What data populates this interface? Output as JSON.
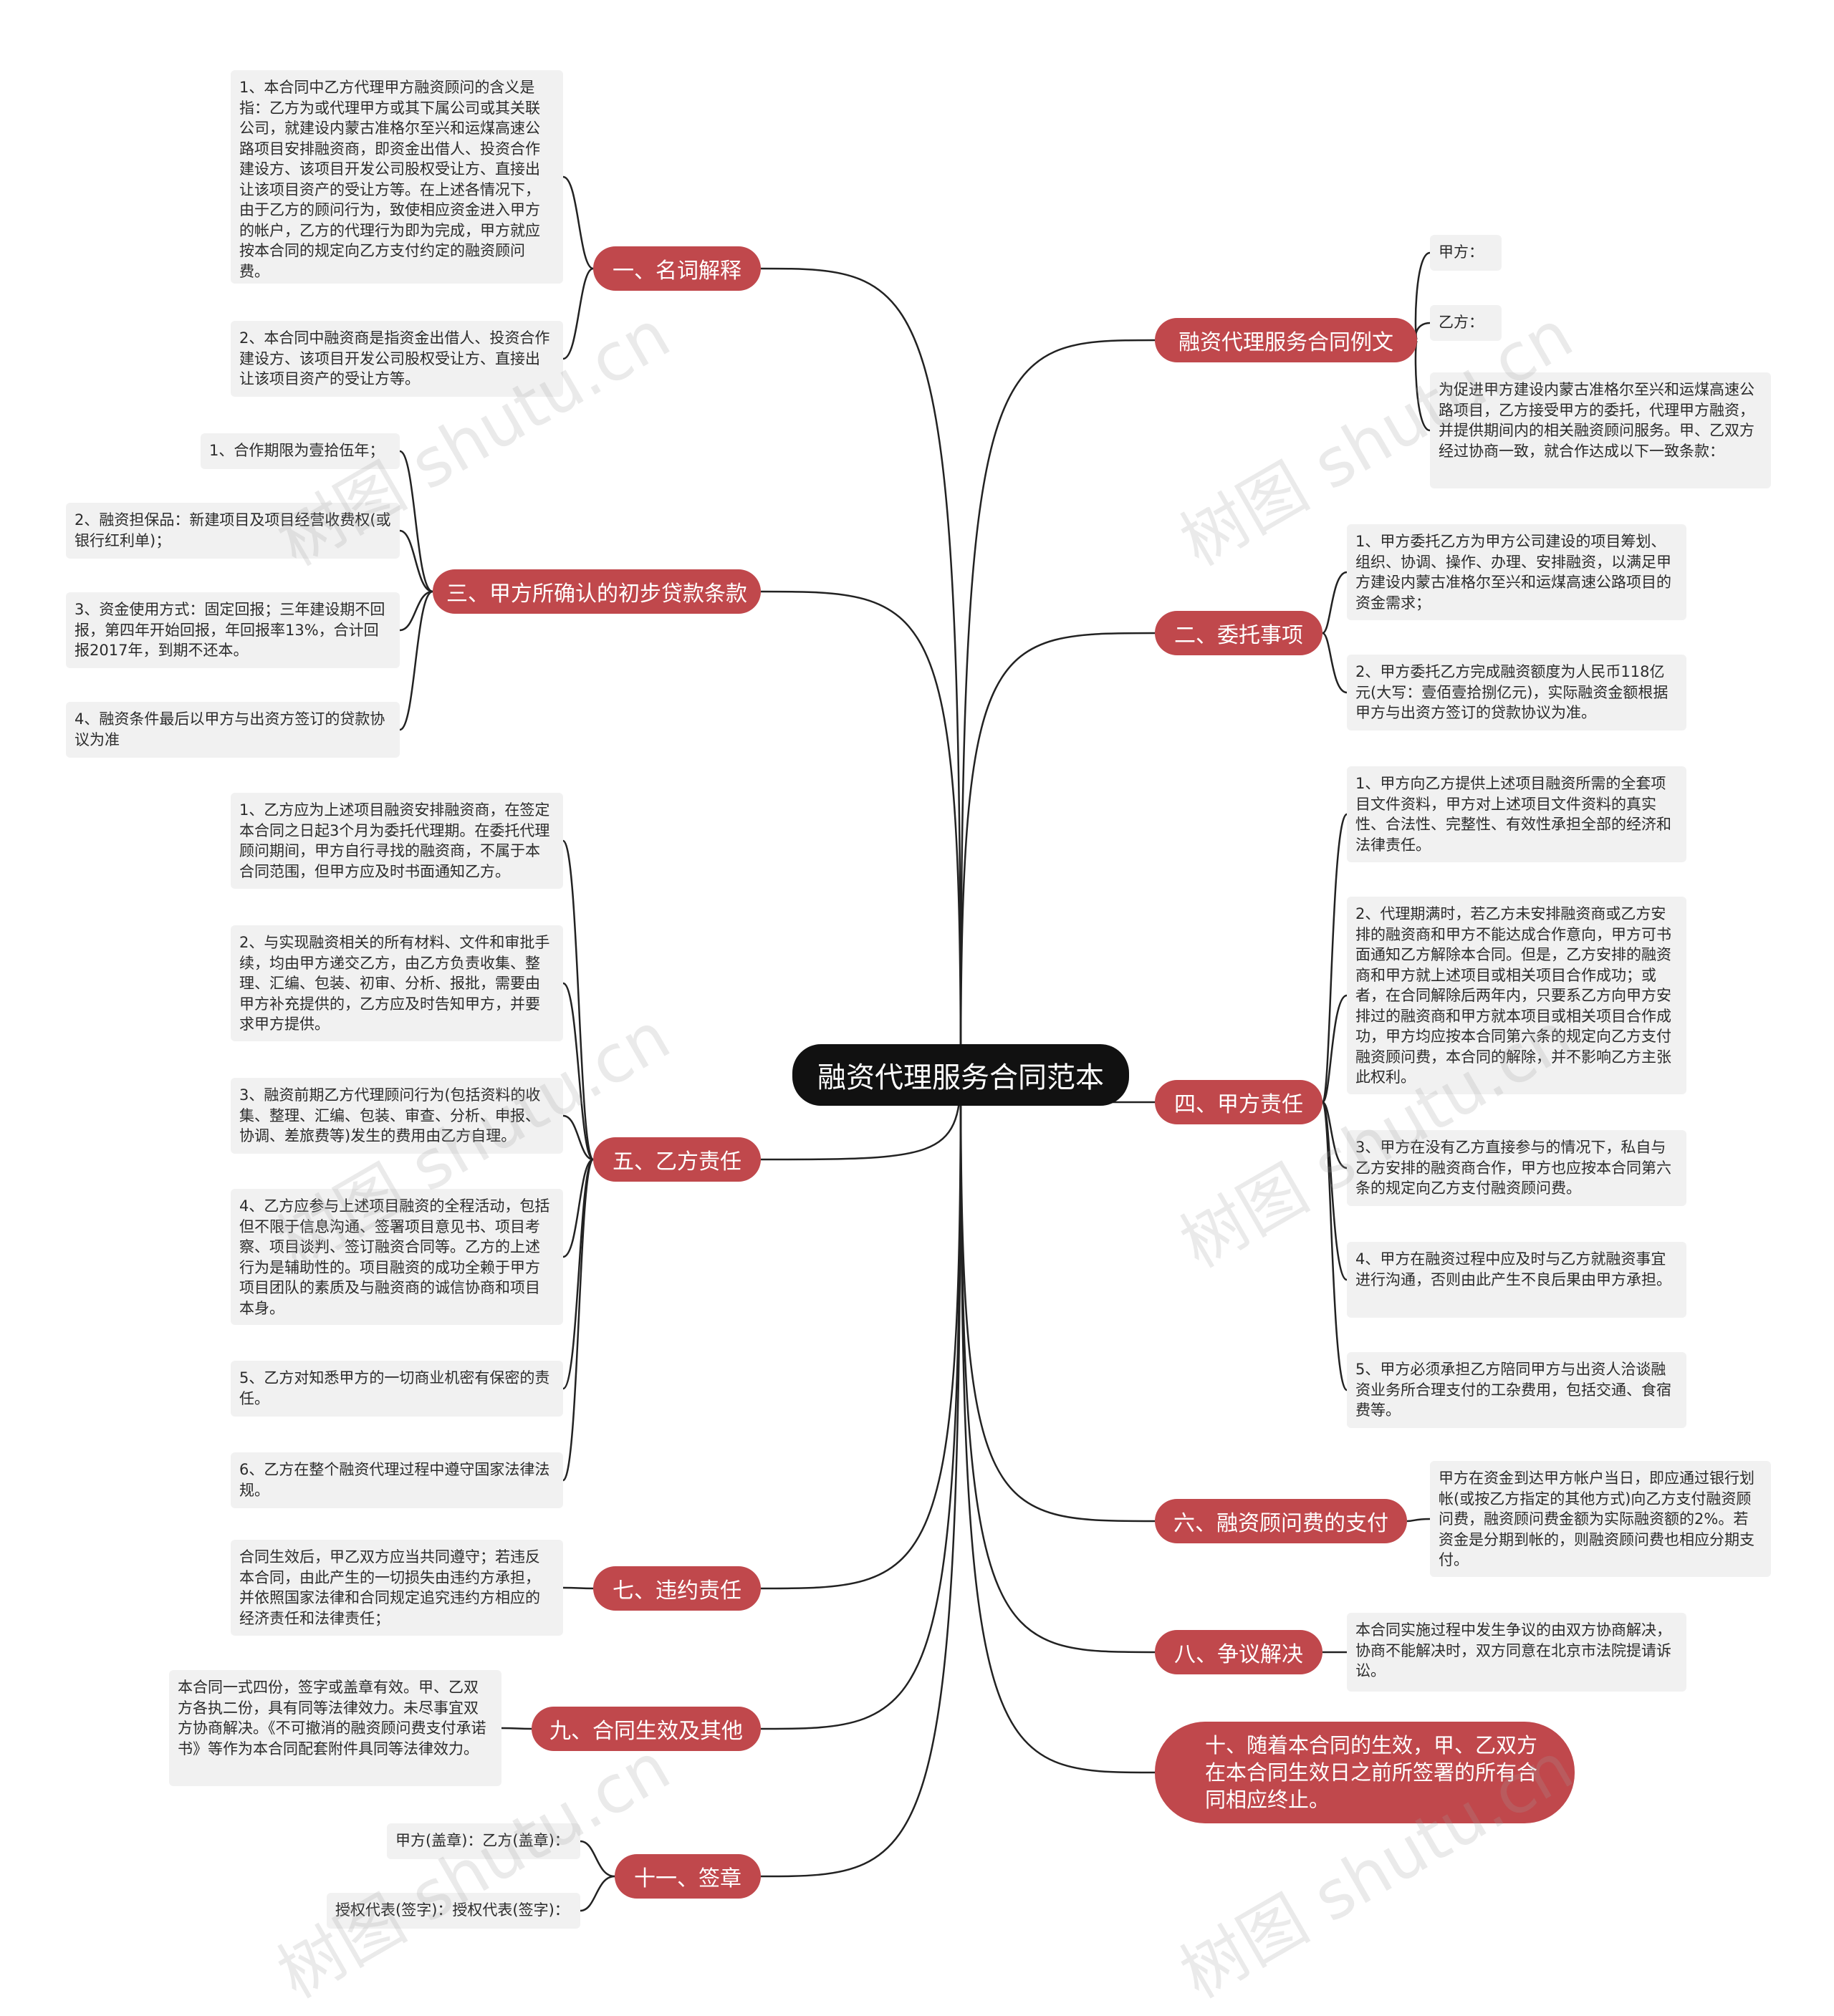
{
  "root": {
    "title": "融资代理服务合同范本"
  },
  "watermark": "树图 shutu.cn",
  "branches": {
    "b1": {
      "label": "一、名词解释",
      "leaves": [
        "1、本合同中乙方代理甲方融资顾问的含义是指：乙方为或代理甲方或其下属公司或其关联公司，就建设内蒙古准格尔至兴和运煤高速公路项目安排融资商，即资金出借人、投资合作建设方、该项目开发公司股权受让方、直接出让该项目资产的受让方等。在上述各情况下，由于乙方的顾问行为，致使相应资金进入甲方的帐户，乙方的代理行为即为完成，甲方就应按本合同的规定向乙方支付约定的融资顾问费。",
        "2、本合同中融资商是指资金出借人、投资合作建设方、该项目开发公司股权受让方、直接出让该项目资产的受让方等。"
      ]
    },
    "b3": {
      "label": "三、甲方所确认的初步贷款条款",
      "leaves": [
        "1、合作期限为壹拾伍年；",
        "2、融资担保品：新建项目及项目经营收费权(或银行红利单)；",
        "3、资金使用方式：固定回报；三年建设期不回报，第四年开始回报，年回报率13%，合计回报2017年，到期不还本。",
        "4、融资条件最后以甲方与出资方签订的贷款协议为准"
      ]
    },
    "b5": {
      "label": "五、乙方责任",
      "leaves": [
        "1、乙方应为上述项目融资安排融资商，在签定本合同之日起3个月为委托代理期。在委托代理顾问期间，甲方自行寻找的融资商，不属于本合同范围，但甲方应及时书面通知乙方。",
        "2、与实现融资相关的所有材料、文件和审批手续，均由甲方递交乙方，由乙方负责收集、整理、汇编、包装、初审、分析、报批，需要由甲方补充提供的，乙方应及时告知甲方，并要求甲方提供。",
        "3、融资前期乙方代理顾问行为(包括资料的收集、整理、汇编、包装、审查、分析、申报、协调、差旅费等)发生的费用由乙方自理。",
        "4、乙方应参与上述项目融资的全程活动，包括但不限于信息沟通、签署项目意见书、项目考察、项目谈判、签订融资合同等。乙方的上述行为是辅助性的。项目融资的成功全赖于甲方项目团队的素质及与融资商的诚信协商和项目本身。",
        "5、乙方对知悉甲方的一切商业机密有保密的责任。",
        "6、乙方在整个融资代理过程中遵守国家法律法规。"
      ]
    },
    "b7": {
      "label": "七、违约责任",
      "leaves": [
        "合同生效后，甲乙双方应当共同遵守；若违反本合同，由此产生的一切损失由违约方承担，并依照国家法律和合同规定追究违约方相应的经济责任和法律责任；"
      ]
    },
    "b9": {
      "label": "九、合同生效及其他",
      "leaves": [
        "本合同一式四份，签字或盖章有效。甲、乙双方各执二份，具有同等法律效力。未尽事宜双方协商解决。《不可撤消的融资顾问费支付承诺书》等作为本合同配套附件具同等法律效力。"
      ]
    },
    "b11": {
      "label": "十一、签章",
      "leaves": [
        "甲方(盖章)：乙方(盖章)：",
        "授权代表(签字)：授权代表(签字)："
      ]
    },
    "r0": {
      "label": "融资代理服务合同例文",
      "leaves": [
        "甲方：",
        "乙方：",
        "为促进甲方建设内蒙古准格尔至兴和运煤高速公路项目，乙方接受甲方的委托，代理甲方融资，并提供期间内的相关融资顾问服务。甲、乙双方经过协商一致，就合作达成以下一致条款："
      ]
    },
    "r2": {
      "label": "二、委托事项",
      "leaves": [
        "1、甲方委托乙方为甲方公司建设的项目筹划、组织、协调、操作、办理、安排融资，以满足甲方建设内蒙古准格尔至兴和运煤高速公路项目的资金需求；",
        "2、甲方委托乙方完成融资额度为人民币118亿元(大写：壹佰壹拾捌亿元)，实际融资金额根据甲方与出资方签订的贷款协议为准。"
      ]
    },
    "r4": {
      "label": "四、甲方责任",
      "leaves": [
        "1、甲方向乙方提供上述项目融资所需的全套项目文件资料，甲方对上述项目文件资料的真实性、合法性、完整性、有效性承担全部的经济和法律责任。",
        "2、代理期满时，若乙方未安排融资商或乙方安排的融资商和甲方不能达成合作意向，甲方可书面通知乙方解除本合同。但是，乙方安排的融资商和甲方就上述项目或相关项目合作成功；或者，在合同解除后两年内，只要系乙方向甲方安排过的融资商和甲方就本项目或相关项目合作成功，甲方均应按本合同第六条的规定向乙方支付融资顾问费，本合同的解除，并不影响乙方主张此权利。",
        "3、甲方在没有乙方直接参与的情况下，私自与乙方安排的融资商合作，甲方也应按本合同第六条的规定向乙方支付融资顾问费。",
        "4、甲方在融资过程中应及时与乙方就融资事宜进行沟通，否则由此产生不良后果由甲方承担。",
        "5、甲方必须承担乙方陪同甲方与出资人洽谈融资业务所合理支付的工杂费用，包括交通、食宿费等。"
      ]
    },
    "r6": {
      "label": "六、融资顾问费的支付",
      "leaves": [
        "甲方在资金到达甲方帐户当日，即应通过银行划帐(或按乙方指定的其他方式)向乙方支付融资顾问费，融资顾问费金额为实际融资额的2%。若资金是分期到帐的，则融资顾问费也相应分期支付。"
      ]
    },
    "r8": {
      "label": "八、争议解决",
      "leaves": [
        "本合同实施过程中发生争议的由双方协商解决，协商不能解决时，双方同意在北京市法院提请诉讼。"
      ]
    },
    "r10": {
      "label": "十、随着本合同的生效，甲、乙双方在本合同生效日之前所签署的所有合同相应终止。",
      "leaves": []
    }
  },
  "colors": {
    "root_bg": "#111111",
    "branch_bg": "#c0484c",
    "leaf_bg": "#f1f1f1",
    "line": "#222222"
  }
}
